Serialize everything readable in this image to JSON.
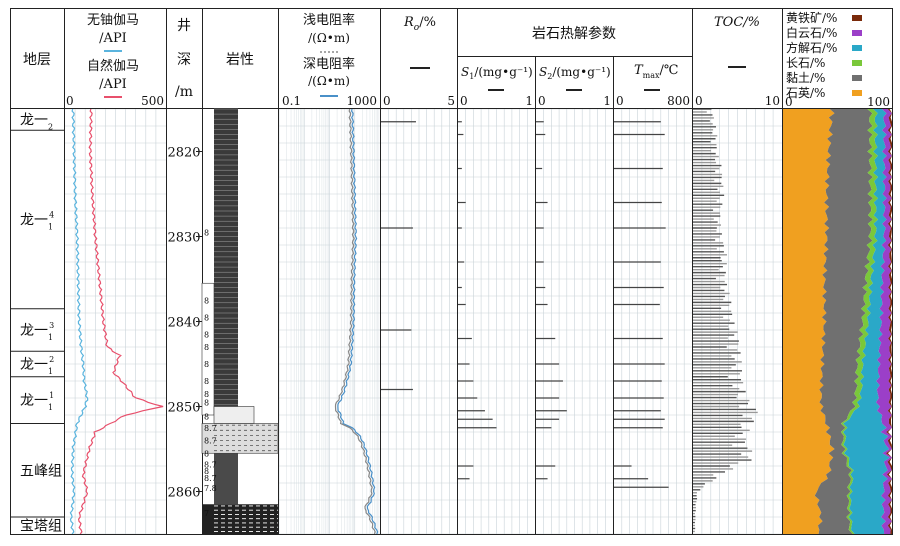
{
  "header": {
    "strat": "地层",
    "gamma_u": "无铀伽马",
    "gamma_u_unit": "/API",
    "gamma_s": "自然伽马",
    "gamma_s_unit": "/API",
    "depth_1": "井",
    "depth_2": "深",
    "depth_3": "/m",
    "lith": "岩性",
    "res_shallow": "浅电阻率",
    "res_unit_1": "/(Ω•m)",
    "res_deep": "深电阻率",
    "res_unit_2": "/(Ω•m)",
    "ro": "R",
    "ro_sub": "o",
    "ro_unit": "/%",
    "pyro": "岩石热解参数",
    "s1": "S",
    "s1_sub": "1",
    "s1_unit": "/(mg•g⁻¹)",
    "s2": "S",
    "s2_sub": "2",
    "s2_unit": "/(mg•g⁻¹)",
    "tmax": "T",
    "tmax_sub": "max",
    "tmax_unit": "/℃",
    "toc": "TOC/%",
    "minerals": [
      "黄铁矿/%",
      "白云石/%",
      "方解石/%",
      "长石/%",
      "黏土/%",
      "石英/%"
    ]
  },
  "scales": {
    "gamma": [
      "0",
      "500"
    ],
    "res": [
      "0.1",
      "1000"
    ],
    "ro": [
      "0",
      "5"
    ],
    "s1": [
      "0",
      "1"
    ],
    "s2": [
      "0",
      "1"
    ],
    "tmax": [
      "0",
      "800"
    ],
    "toc": [
      "0",
      "10"
    ],
    "mineral": [
      "0",
      "100"
    ]
  },
  "strata": [
    {
      "label": "龙一",
      "sub": "2",
      "sup": ""
    },
    {
      "label": "龙一",
      "sub": "1",
      "sup": "4"
    },
    {
      "label": "龙一",
      "sub": "1",
      "sup": "3"
    },
    {
      "label": "龙一",
      "sub": "1",
      "sup": "2"
    },
    {
      "label": "龙一",
      "sub": "1",
      "sup": "1"
    },
    {
      "label": "五峰组",
      "sub": "",
      "sup": ""
    },
    {
      "label": "宝塔组",
      "sub": "",
      "sup": ""
    }
  ],
  "depth_ticks": [
    "2820",
    "2830",
    "2840",
    "2850",
    "2860"
  ],
  "lith_labels": [
    "8",
    "8",
    "8",
    "8",
    "8",
    "8",
    "8",
    "8",
    "8",
    "8",
    "8.7",
    "8.7",
    "8",
    "8.7",
    "8",
    "8.7",
    "7.8",
    "7"
  ],
  "colors": {
    "gamma_u": "#5ab4de",
    "gamma_s": "#e8506c",
    "deep_res": "#4a90c8",
    "shallow_res": "#888888",
    "pyrite": "#7a2a0a",
    "dolomite": "#9b3fc8",
    "calcite": "#2aa8c8",
    "feldspar": "#7ac83a",
    "clay": "#707070",
    "quartz": "#f0a020"
  },
  "chart_data": {
    "type": "well-log",
    "depth_range_m": [
      2815,
      2865
    ],
    "gamma_u_api": {
      "depth": [
        2815,
        2820,
        2825,
        2830,
        2835,
        2840,
        2843,
        2845,
        2847,
        2849,
        2850,
        2852,
        2855,
        2858,
        2860,
        2863,
        2865
      ],
      "value": [
        40,
        45,
        50,
        60,
        65,
        70,
        80,
        90,
        95,
        110,
        100,
        60,
        40,
        35,
        45,
        30,
        40
      ]
    },
    "gamma_s_api": {
      "depth": [
        2815,
        2820,
        2825,
        2830,
        2835,
        2840,
        2843,
        2844,
        2846,
        2847,
        2849,
        2850,
        2851,
        2853,
        2855,
        2858,
        2860,
        2863,
        2865
      ],
      "value": [
        130,
        125,
        135,
        150,
        170,
        190,
        210,
        270,
        240,
        280,
        350,
        480,
        300,
        150,
        120,
        90,
        110,
        70,
        80
      ]
    },
    "res_deep_ohmm": {
      "depth": [
        2815,
        2820,
        2825,
        2830,
        2835,
        2840,
        2845,
        2848,
        2850,
        2852,
        2854,
        2857,
        2860,
        2862,
        2865
      ],
      "value": [
        80,
        90,
        100,
        110,
        95,
        90,
        70,
        40,
        20,
        35,
        200,
        400,
        600,
        300,
        800
      ]
    },
    "ro_pct": {
      "depth": [
        2816.5,
        2829,
        2841,
        2848
      ],
      "value": [
        2.3,
        2.1,
        2.0,
        2.1
      ]
    },
    "s1_mg_g": {
      "depth": [
        2816.5,
        2818,
        2822,
        2826,
        2829,
        2833,
        2836,
        2838,
        2842,
        2845,
        2847,
        2849,
        2850.5,
        2851.5,
        2852.5,
        2857,
        2858.5
      ],
      "value": [
        0.05,
        0.07,
        0.05,
        0.1,
        0.05,
        0.08,
        0.05,
        0.1,
        0.18,
        0.15,
        0.2,
        0.25,
        0.35,
        0.45,
        0.5,
        0.2,
        0.15
      ]
    },
    "s2_mg_g": {
      "depth": [
        2816.5,
        2818,
        2822,
        2826,
        2829,
        2833,
        2836,
        2838,
        2842,
        2845,
        2847,
        2849,
        2850.5,
        2851.5,
        2852.5,
        2857,
        2858.5
      ],
      "value": [
        0.1,
        0.12,
        0.08,
        0.15,
        0.1,
        0.1,
        0.12,
        0.15,
        0.25,
        0.3,
        0.35,
        0.3,
        0.4,
        0.3,
        0.2,
        0.25,
        0.15
      ]
    },
    "tmax_c": {
      "depth": [
        2816.5,
        2818,
        2822,
        2826,
        2829,
        2833,
        2836,
        2838,
        2842,
        2845,
        2847,
        2849,
        2850.5,
        2851.5,
        2852.5,
        2857,
        2858.5,
        2859.5
      ],
      "value": [
        480,
        520,
        500,
        490,
        530,
        480,
        510,
        470,
        500,
        520,
        490,
        510,
        480,
        520,
        500,
        180,
        350,
        560
      ]
    },
    "toc_pct": {
      "depth": [
        2815,
        2818,
        2820,
        2822,
        2825,
        2828,
        2830,
        2832,
        2835,
        2838,
        2840,
        2842,
        2845,
        2847,
        2849,
        2850,
        2851,
        2852,
        2854,
        2856,
        2858,
        2860,
        2862,
        2865
      ],
      "value": [
        2.0,
        2.5,
        2.5,
        3.0,
        3.2,
        2.8,
        3.0,
        3.5,
        3.4,
        4.0,
        4.2,
        4.8,
        5.0,
        5.2,
        5.5,
        6.5,
        7.0,
        6.0,
        5.5,
        6.5,
        3.0,
        0.5,
        0.3,
        0.2
      ]
    },
    "minerals_pct": {
      "depth": [
        2815,
        2820,
        2825,
        2830,
        2835,
        2840,
        2845,
        2848,
        2850,
        2852,
        2855,
        2858,
        2860,
        2863,
        2865
      ],
      "quartz": [
        45,
        42,
        40,
        40,
        38,
        38,
        36,
        35,
        35,
        40,
        45,
        42,
        30,
        35,
        32
      ],
      "clay": [
        35,
        38,
        40,
        40,
        38,
        35,
        32,
        32,
        30,
        15,
        10,
        20,
        30,
        25,
        30
      ],
      "feldspar": [
        5,
        5,
        5,
        5,
        5,
        5,
        5,
        5,
        4,
        2,
        2,
        2,
        2,
        2,
        2
      ],
      "calcite": [
        8,
        8,
        8,
        8,
        10,
        12,
        15,
        15,
        18,
        35,
        38,
        30,
        30,
        30,
        28
      ],
      "dolomite": [
        5,
        5,
        5,
        5,
        7,
        8,
        10,
        11,
        11,
        6,
        3,
        4,
        6,
        6,
        6
      ],
      "pyrite": [
        2,
        2,
        2,
        2,
        2,
        2,
        2,
        2,
        2,
        2,
        2,
        2,
        2,
        2,
        2
      ]
    }
  }
}
